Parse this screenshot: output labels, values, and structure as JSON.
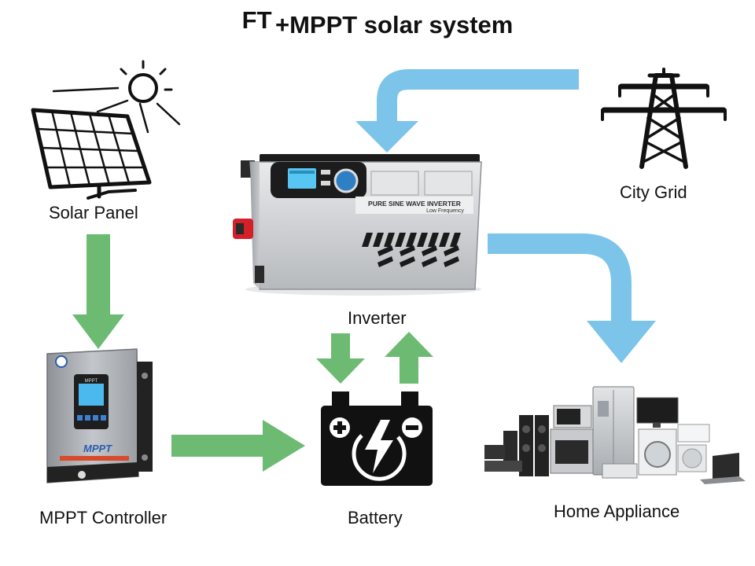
{
  "title": {
    "prefix": "FT",
    "rest": "+MPPT solar system"
  },
  "nodes": {
    "solar_panel": {
      "label": "Solar Panel",
      "icon": "solar-panel-icon"
    },
    "city_grid": {
      "label": "City Grid",
      "icon": "power-tower-icon"
    },
    "inverter": {
      "label": "Inverter",
      "panel_line1": "PURE SINE WAVE INVERTER",
      "panel_line2": "Low Frequency"
    },
    "mppt_controller": {
      "label": "MPPT Controller",
      "brand_text": "MPPT",
      "screen_text": "MPPT"
    },
    "battery": {
      "label": "Battery",
      "icon": "battery-bolt-icon"
    },
    "home_appliance": {
      "label": "Home Appliance",
      "icon": "appliances-icon"
    }
  },
  "colors": {
    "green_arrow": "#6dbb73",
    "blue_arrow": "#7cc4ea",
    "inverter_body": "#cfd1d4",
    "controller_body": "#a9adb2",
    "terminal_red": "#d4202a",
    "icon_black": "#111111"
  }
}
